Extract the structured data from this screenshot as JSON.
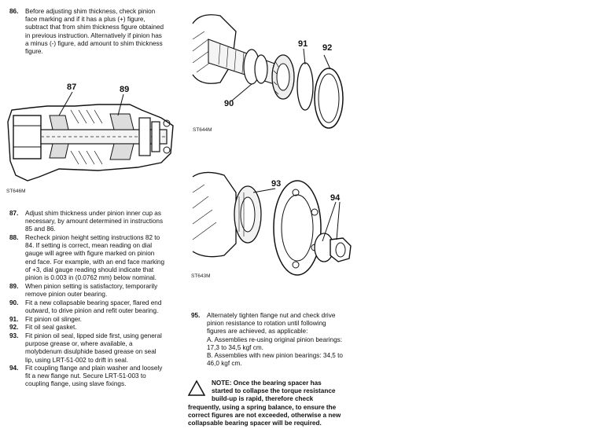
{
  "steps": {
    "s86": {
      "num": "86.",
      "lines": [
        "Before adjusting shim thickness, check pinion",
        "face marking and if it has a plus (+) figure,",
        "subtract that from shim thickness figure obtained",
        "in previous instruction. Alternatively if pinion has",
        "a minus (-) figure, add amount to shim thickness",
        "figure."
      ]
    },
    "s87": {
      "num": "87.",
      "lines": [
        "Adjust shim thickness under pinion inner cup as",
        "necessary, by amount determined in instructions",
        "85 and 86."
      ]
    },
    "s88": {
      "num": "88.",
      "lines": [
        "Recheck pinion height setting instructions 82 to",
        "84. If setting is correct, mean reading on dial",
        "gauge will agree with figure marked on pinion",
        "end face. For example, with an end face marking",
        "of +3, dial gauge reading should indicate that",
        "pinion is 0.003 in (0.0762 mm) below nominal."
      ]
    },
    "s89": {
      "num": "89.",
      "lines": [
        "When pinion setting is satisfactory, temporarily",
        "remove pinion outer bearing."
      ]
    },
    "s90": {
      "num": "90.",
      "lines": [
        "Fit a new collapsable bearing spacer, flared end",
        "outward, to drive pinion and refit outer bearing."
      ]
    },
    "s91": {
      "num": "91.",
      "lines": [
        "Fit pinion oil slinger."
      ]
    },
    "s92": {
      "num": "92.",
      "lines": [
        "Fit oil seal gasket."
      ]
    },
    "s93": {
      "num": "93.",
      "lines": [
        "Fit pinion oil seal, lipped side first, using general",
        "purpose grease or, where available, a",
        "molybdenum disulphide based grease on seal",
        "lip, using LRT-51-002 to drift in seal."
      ]
    },
    "s94": {
      "num": "94.",
      "lines": [
        "Fit coupling flange and plain washer and loosely",
        "fit a new flange nut. Secure LRT-51-003 to",
        "coupling flange, using slave fixings."
      ]
    },
    "s95": {
      "num": "95.",
      "lines": [
        "Alternately tighten flange nut and check drive",
        "pinion resistance to rotation until following",
        "figures are achieved, as applicable:",
        "A. Assemblies re-using original pinion bearings:",
        "17,3 to 34,5 kgf cm.",
        "B. Assemblies with new pinion bearings: 34,5 to",
        "46,0 kgf cm."
      ]
    }
  },
  "note": {
    "lines": [
      "NOTE: Once the bearing spacer has",
      "started to collapse the torque resistance",
      "build-up is rapid, therefore check",
      "frequently, using a spring balance, to ensure the",
      "correct figures are not exceeded, otherwise a new",
      "collapsable bearing spacer will be required."
    ],
    "icon": "warning-triangle-icon"
  },
  "figures": {
    "fig1": {
      "id": "ST646M",
      "callouts": [
        "87",
        "89"
      ]
    },
    "fig2": {
      "id": "ST644M",
      "callouts": [
        "91",
        "92",
        "90"
      ]
    },
    "fig3": {
      "id": "ST643M",
      "callouts": [
        "93",
        "94"
      ]
    }
  }
}
